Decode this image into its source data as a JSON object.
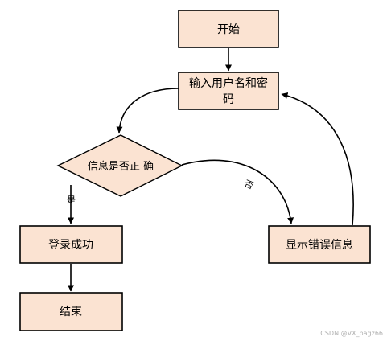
{
  "nodes": {
    "start": {
      "label": "开始"
    },
    "input": {
      "line1": "输入用户名和密",
      "line2": "码"
    },
    "check": {
      "label": "信息是否正 确"
    },
    "success": {
      "label": "登录成功"
    },
    "error": {
      "label": "显示错误信息"
    },
    "end": {
      "label": "结束"
    }
  },
  "edges": {
    "yes": {
      "label": "是"
    },
    "no": {
      "label": "否"
    }
  },
  "watermark": {
    "text": "CSDN @VX_bagz66"
  },
  "colors": {
    "node_fill": "#fbe3d2",
    "stroke": "#000000",
    "watermark": "#b0b0b0"
  }
}
